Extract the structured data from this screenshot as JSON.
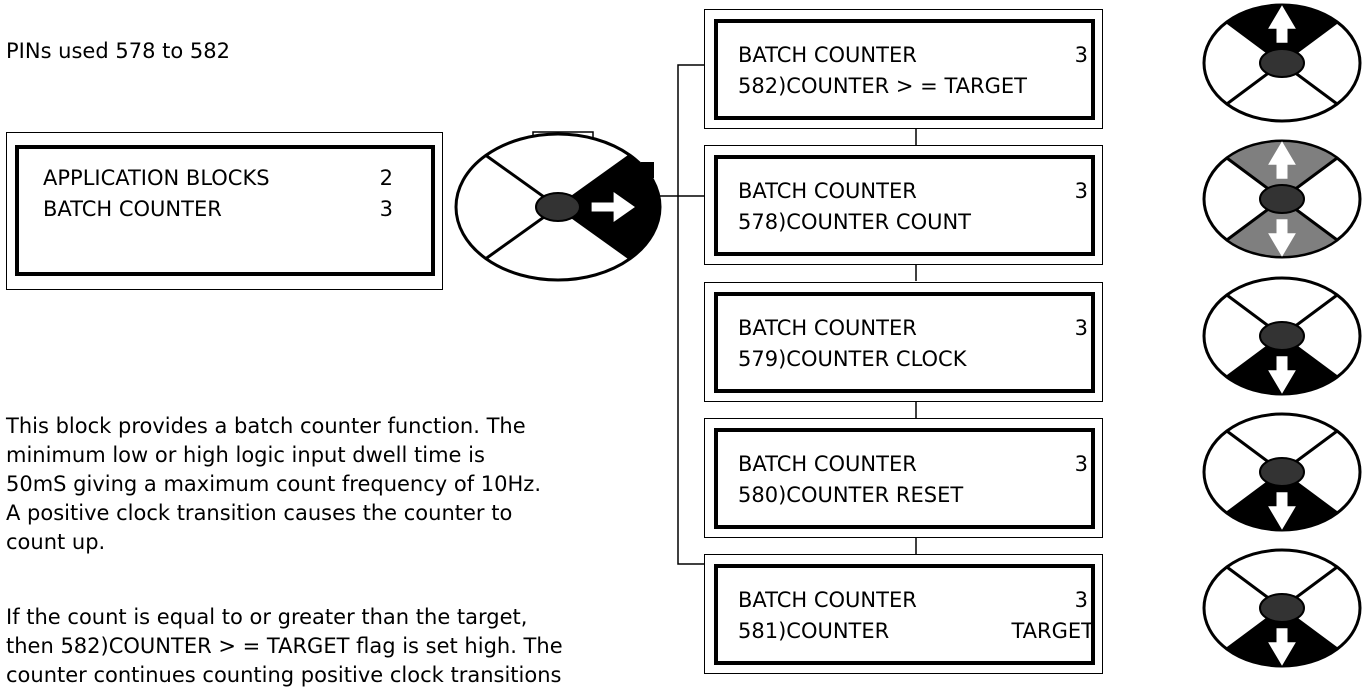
{
  "intro": "PINs used 578 to 582",
  "description": [
    "This block provides a batch counter function. The",
    "minimum low or high logic input dwell time is",
    "50mS giving a maximum count frequency of 10Hz.",
    "A positive clock transition causes the counter to",
    "count up."
  ],
  "description2": [
    "If the count is equal to or greater than the target,",
    "then 582)COUNTER > = TARGET flag is set high. The",
    "counter continues counting positive clock transitions"
  ],
  "menu_box": {
    "line1_label": "APPLICATION BLOCKS",
    "line1_num": "2",
    "line2_label": "BATCH COUNTER",
    "line2_num": "3"
  },
  "param_boxes": [
    {
      "title": "BATCH COUNTER",
      "num": "3",
      "param": "582)COUNTER > = TARGET",
      "param_right": ""
    },
    {
      "title": "BATCH COUNTER",
      "num": "3",
      "param": "578)COUNTER COUNT",
      "param_right": ""
    },
    {
      "title": "BATCH COUNTER",
      "num": "3",
      "param": "579)COUNTER CLOCK",
      "param_right": ""
    },
    {
      "title": "BATCH COUNTER",
      "num": "3",
      "param": "580)COUNTER RESET",
      "param_right": ""
    },
    {
      "title": "BATCH COUNTER",
      "num": "3",
      "param": "581)COUNTER",
      "param_right": "TARGET"
    }
  ],
  "keypads": [
    {
      "active": "right",
      "style": "black"
    },
    {
      "active": "up",
      "style": "black"
    },
    {
      "active": "up-down",
      "style": "gray"
    },
    {
      "active": "down",
      "style": "black"
    },
    {
      "active": "down",
      "style": "black"
    },
    {
      "active": "down",
      "style": "black"
    }
  ]
}
